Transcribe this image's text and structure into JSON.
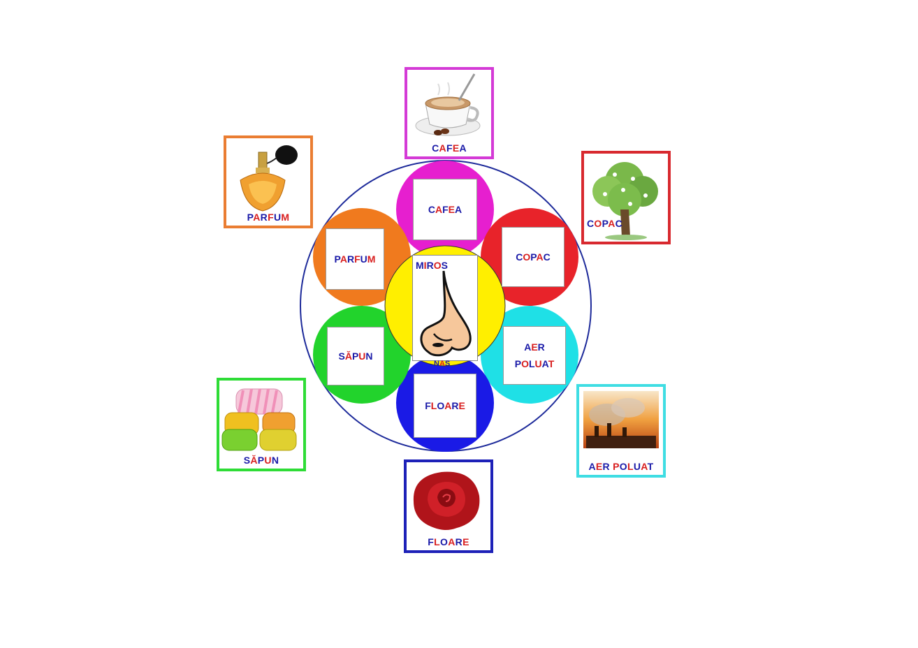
{
  "center": {
    "title": "MIROS",
    "caption": "NAS"
  },
  "petals": [
    {
      "id": "cafea",
      "label": "CAFEA",
      "color": "#e61fcf"
    },
    {
      "id": "copac",
      "label": "COPAC",
      "color": "#e8232a"
    },
    {
      "id": "aer",
      "label_line1": "AER",
      "label_line2": "POLUAT",
      "color": "#1fe0e6"
    },
    {
      "id": "floare",
      "label": "FLOARE",
      "color": "#1a1ae6"
    },
    {
      "id": "sapun",
      "label": "SĂPUN",
      "color": "#22d32c"
    },
    {
      "id": "parfum",
      "label": "PARFUM",
      "color": "#f07a1e"
    }
  ],
  "cards": [
    {
      "id": "cafea",
      "label": "CAFEA",
      "border": "#d43ad6",
      "icon": "coffee-cup-icon"
    },
    {
      "id": "copac",
      "label": "COPAC",
      "border": "#d8292f",
      "icon": "tree-icon"
    },
    {
      "id": "aer",
      "label": "AER POLUAT",
      "border": "#3fdde3",
      "icon": "polluted-air-icon"
    },
    {
      "id": "floare",
      "label": "FLOARE",
      "border": "#1d21b8",
      "icon": "rose-icon"
    },
    {
      "id": "sapun",
      "label": "SĂPUN",
      "border": "#2edc36",
      "icon": "soap-icon"
    },
    {
      "id": "parfum",
      "label": "PARFUM",
      "border": "#ea7d32",
      "icon": "perfume-bottle-icon"
    }
  ],
  "text_colors": {
    "red": "#d81e1e",
    "blue": "#1a1aa8"
  }
}
